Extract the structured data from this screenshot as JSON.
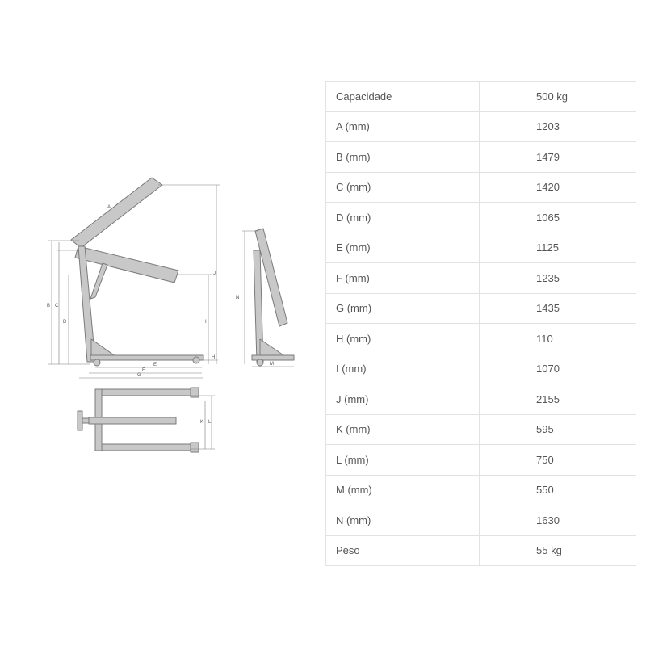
{
  "drawing": {
    "side_view_labels": {
      "A": "A",
      "B": "B",
      "C": "C",
      "D": "D",
      "E": "E",
      "F": "F",
      "G": "G",
      "H": "H",
      "I": "I",
      "J": "J"
    },
    "end_view_labels": {
      "N": "N",
      "M": "M"
    },
    "top_view_labels": {
      "K": "K",
      "L": "L"
    },
    "line_color": "#7a7a7a",
    "fill_color": "#c8c8c8"
  },
  "specs": [
    {
      "label": "Capacidade",
      "value": "500 kg"
    },
    {
      "label": "A (mm)",
      "value": "1203"
    },
    {
      "label": "B (mm)",
      "value": "1479"
    },
    {
      "label": "C (mm)",
      "value": "1420"
    },
    {
      "label": "D (mm)",
      "value": "1065"
    },
    {
      "label": "E (mm)",
      "value": "1125"
    },
    {
      "label": "F (mm)",
      "value": "1235"
    },
    {
      "label": "G (mm)",
      "value": "1435"
    },
    {
      "label": "H (mm)",
      "value": "110"
    },
    {
      "label": "I (mm)",
      "value": "1070"
    },
    {
      "label": "J (mm)",
      "value": "2155"
    },
    {
      "label": "K (mm)",
      "value": "595"
    },
    {
      "label": "L (mm)",
      "value": "750"
    },
    {
      "label": "M (mm)",
      "value": "550"
    },
    {
      "label": "N (mm)",
      "value": "1630"
    },
    {
      "label": "Peso",
      "value": "55 kg"
    }
  ]
}
